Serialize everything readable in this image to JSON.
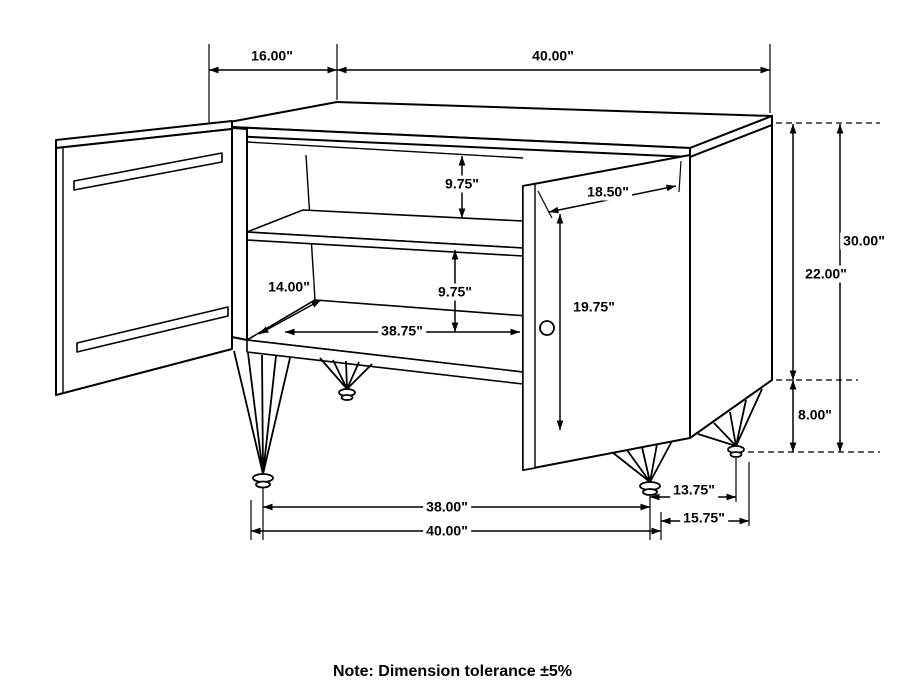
{
  "note": "Note: Dimension tolerance ±5%",
  "dimensions": {
    "top_depth": "16.00\"",
    "top_width": "40.00\"",
    "upper_shelf_gap": "9.75\"",
    "lower_shelf_gap": "9.75\"",
    "interior_depth": "14.00\"",
    "interior_width": "38.75\"",
    "door_width": "18.50\"",
    "door_height": "19.75\"",
    "overall_height": "30.00\"",
    "body_height": "22.00\"",
    "leg_height": "8.00\"",
    "front_feet_span": "38.00\"",
    "base_width": "40.00\"",
    "side_feet_span": "13.75\"",
    "base_depth": "15.75\""
  }
}
